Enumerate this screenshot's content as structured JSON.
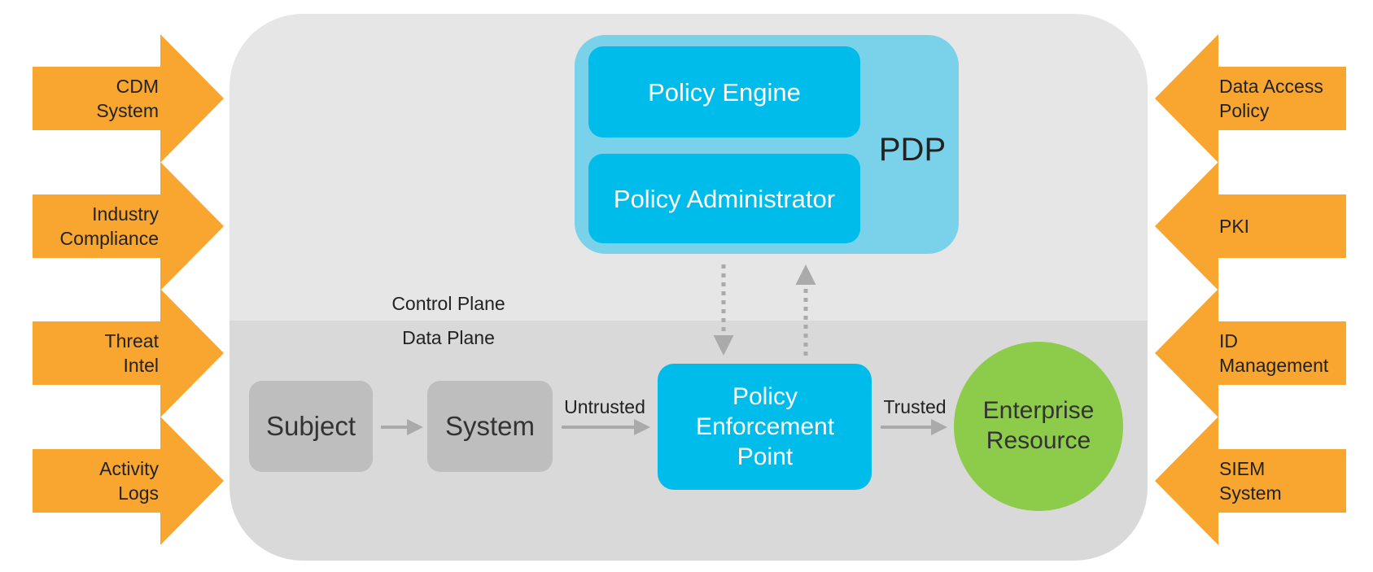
{
  "colors": {
    "arrow_orange": "#F8A630",
    "control_plane_bg": "#E6E6E6",
    "data_plane_bg": "#D9D9D9",
    "pdp_bg": "#79D1EA",
    "blue_box": "#00BCEB",
    "gray_box": "#BEBEBE",
    "green_circle": "#8DCB4A",
    "connector": "#AAAAAA",
    "text_dark": "#222222",
    "text_white": "#FFFFFF"
  },
  "left_inputs": [
    {
      "lines": [
        "CDM",
        "System"
      ]
    },
    {
      "lines": [
        "Industry",
        "Compliance"
      ]
    },
    {
      "lines": [
        "Threat",
        "Intel"
      ]
    },
    {
      "lines": [
        "Activity",
        "Logs"
      ]
    }
  ],
  "right_inputs": [
    {
      "lines": [
        "Data Access",
        "Policy"
      ]
    },
    {
      "lines": [
        "PKI"
      ]
    },
    {
      "lines": [
        "ID",
        "Management"
      ]
    },
    {
      "lines": [
        "SIEM",
        "System"
      ]
    }
  ],
  "pdp": {
    "label": "PDP",
    "policy_engine": "Policy Engine",
    "policy_administrator": "Policy Administrator"
  },
  "planes": {
    "control": "Control Plane",
    "data": "Data Plane"
  },
  "flow": {
    "subject": "Subject",
    "system": "System",
    "untrusted": "Untrusted",
    "pep": [
      "Policy",
      "Enforcement",
      "Point"
    ],
    "trusted": "Trusted",
    "resource": [
      "Enterprise",
      "Resource"
    ]
  }
}
